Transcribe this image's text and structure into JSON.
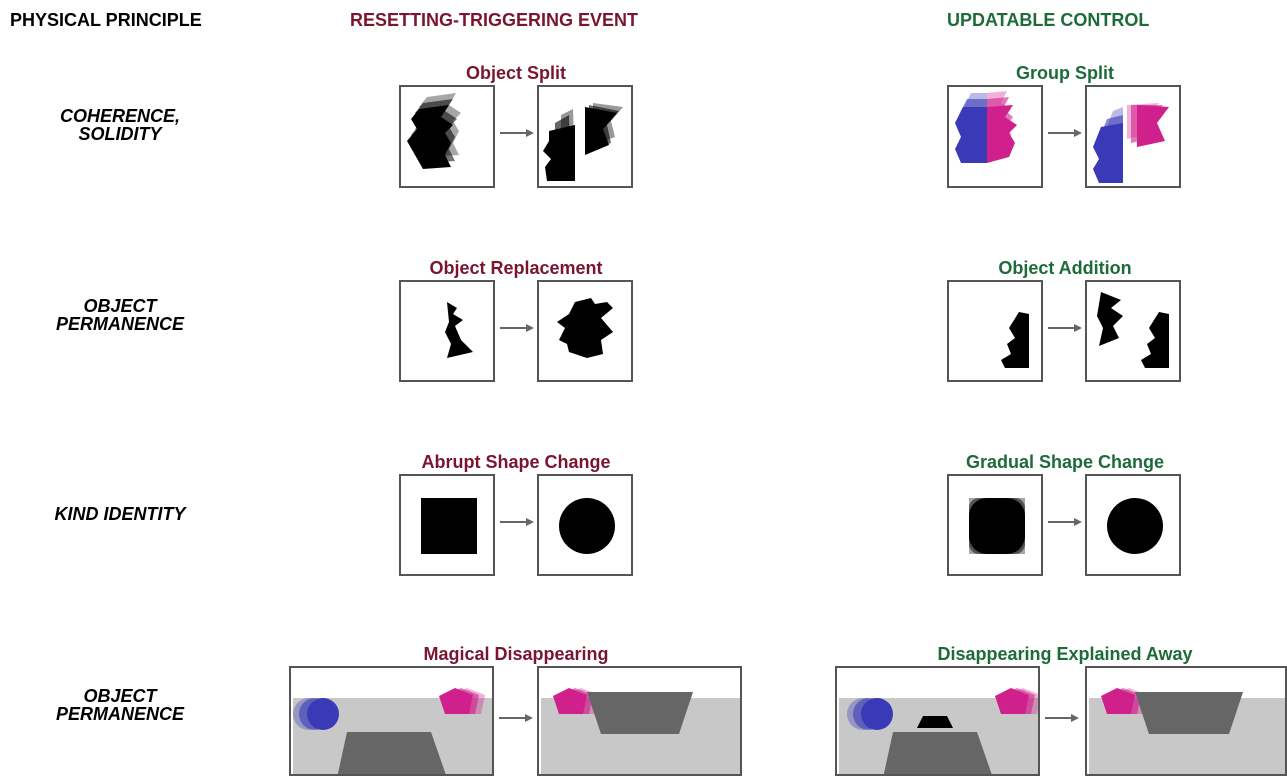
{
  "headers": {
    "physical_principle": "PHYSICAL PRINCIPLE",
    "resetting_event": "RESETTING-TRIGGERING EVENT",
    "updatable_control": "UPDATABLE CONTROL"
  },
  "rows": [
    {
      "principle_line1": "COHERENCE,",
      "principle_line2": "SOLIDITY",
      "reset_title": "Object Split",
      "control_title": "Group Split"
    },
    {
      "principle_line1": "OBJECT",
      "principle_line2": "PERMANENCE",
      "reset_title": "Object Replacement",
      "control_title": "Object Addition"
    },
    {
      "principle_line1": "KIND IDENTITY",
      "principle_line2": "",
      "reset_title": "Abrupt Shape Change",
      "control_title": "Gradual Shape Change"
    },
    {
      "principle_line1": "OBJECT",
      "principle_line2": "PERMANENCE",
      "reset_title": "Magical Disappearing",
      "control_title": "Disappearing Explained Away"
    }
  ],
  "colors": {
    "reset_title": "#7a1530",
    "control_title": "#1e6b3a",
    "blue_object": "#3a3ab8",
    "magenta_object": "#d0208c",
    "stage_gray": "#c8c8c8",
    "occluder_gray": "#666666"
  }
}
